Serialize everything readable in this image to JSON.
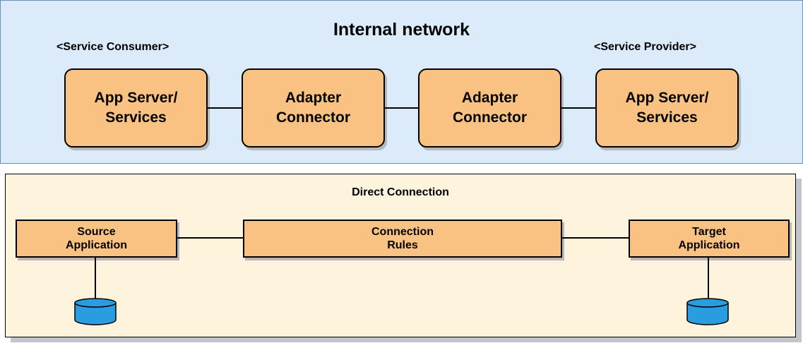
{
  "internal_network": {
    "title": "Internal network",
    "consumer_label": "<Service Consumer>",
    "provider_label": "<Service Provider>",
    "boxes": [
      {
        "label": "App Server/\nServices"
      },
      {
        "label": "Adapter\nConnector"
      },
      {
        "label": "Adapter\nConnector"
      },
      {
        "label": "App Server/\nServices"
      }
    ]
  },
  "direct_connection": {
    "title": "Direct Connection",
    "source": "Source\nApplication",
    "rules": "Connection\nRules",
    "target": "Target\nApplication"
  },
  "colors": {
    "top_panel": "#dcebfa",
    "bottom_panel": "#fef3dc",
    "box_fill": "#f9c282",
    "database_fill": "#2a9ce0"
  },
  "icons": [
    "database-icon"
  ]
}
